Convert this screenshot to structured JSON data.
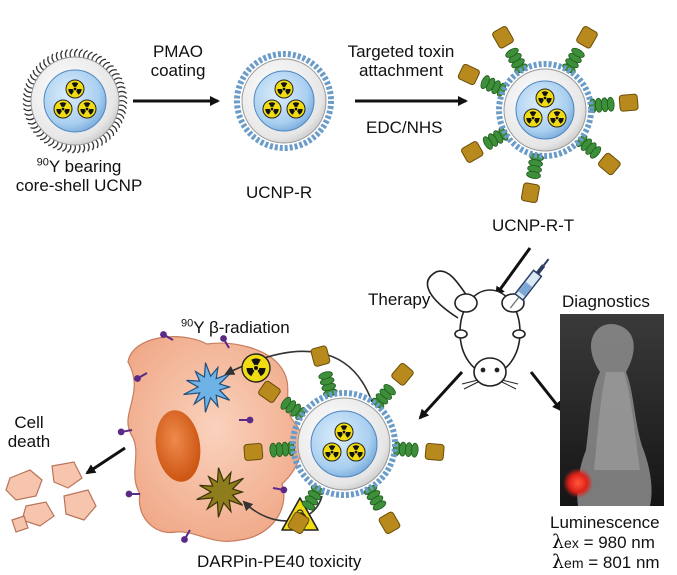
{
  "steps": {
    "pmao": "PMAO coating",
    "pmao_l1": "PMAO",
    "pmao_l2": "coating",
    "toxin_l1": "Targeted toxin",
    "toxin_l2": "attachment",
    "edc": "EDC/NHS"
  },
  "particles": {
    "core_iso": "90",
    "core_l1": "Y bearing",
    "core_l2": "core-shell UCNP",
    "r": "UCNP-R",
    "rt": "UCNP-R-T"
  },
  "branches": {
    "therapy": "Therapy",
    "diagnostics": "Diagnostics"
  },
  "therapy": {
    "radiation_iso": "90",
    "radiation": "Y β-radiation",
    "death_l1": "Cell",
    "death_l2": "death",
    "toxicity": "DARPin-PE40 toxicity"
  },
  "diagnostics": {
    "luminescence": "Luminescence",
    "ex_sym": "λ",
    "ex_sub": "ex",
    "ex_val": " = 980 nm",
    "em_sym": "λ",
    "em_sub": "em",
    "em_val": " = 801 nm"
  },
  "colors": {
    "core": "#a9cff0",
    "core_edge": "#4f86c0",
    "shell": "#e6e6e6",
    "radiation": "#f1dc12",
    "linker": "#3d8f3a",
    "darpin": "#b88a1d",
    "cell": "#f4b89a",
    "nucleus": "#d9621e",
    "receptor": "#5b2a86",
    "burst_blue": "#6fb2e6",
    "burst_olive": "#8d7d1c",
    "signal": "#ff2a1a"
  }
}
